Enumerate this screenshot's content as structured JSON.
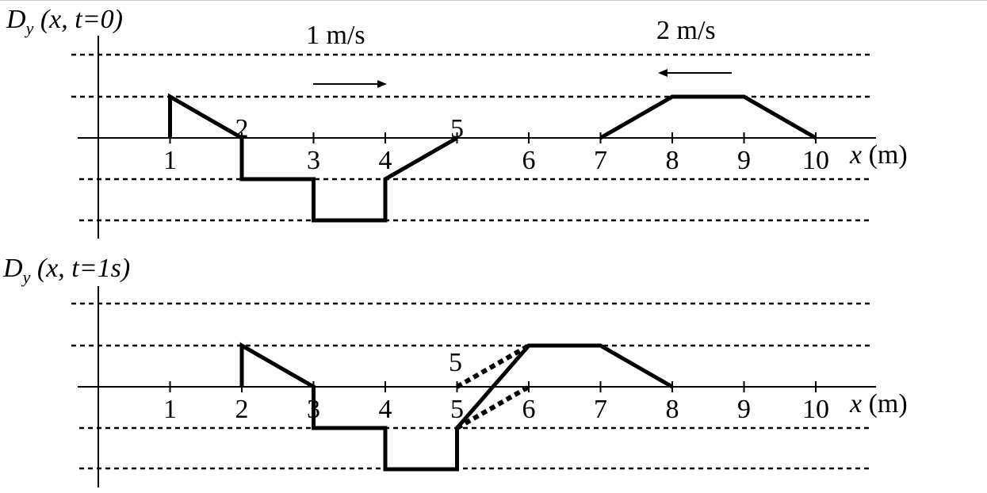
{
  "panels": [
    {
      "id": "t0",
      "title_main": "D",
      "title_sub": "y",
      "title_rest": " (x, t=0)",
      "tick_labels": [
        "1",
        "2",
        "3",
        "4",
        "5",
        "6",
        "7",
        "8",
        "9",
        "10"
      ],
      "x_label": "x",
      "x_unit": " (m)",
      "speeds": [
        {
          "label": "1 m/s",
          "direction": "right"
        },
        {
          "label": "2 m/s",
          "direction": "left"
        }
      ],
      "pulses": [
        {
          "name": "left-pulse",
          "points": [
            [
              1,
              0
            ],
            [
              1,
              1
            ],
            [
              2,
              0
            ],
            [
              2,
              -1
            ],
            [
              3,
              -1
            ],
            [
              3,
              -2
            ],
            [
              4,
              -2
            ],
            [
              4,
              -1
            ],
            [
              5,
              0
            ]
          ]
        },
        {
          "name": "right-pulse",
          "points": [
            [
              7,
              0
            ],
            [
              8,
              1
            ],
            [
              9,
              1
            ],
            [
              10,
              0
            ]
          ]
        }
      ]
    },
    {
      "id": "t1",
      "title_main": "D",
      "title_sub": "y",
      "title_rest": " (x, t=1s)",
      "tick_labels": [
        "1",
        "2",
        "3",
        "4",
        "5",
        "6",
        "7",
        "8",
        "9",
        "10"
      ],
      "x_label": "x",
      "x_unit": " (m)",
      "extra_label": "5",
      "pulses": [
        {
          "name": "combined-pulse",
          "points": [
            [
              2,
              0
            ],
            [
              2,
              1
            ],
            [
              3,
              0
            ],
            [
              3,
              -1
            ],
            [
              4,
              -1
            ],
            [
              4,
              -2
            ],
            [
              5,
              -2
            ],
            [
              5,
              -1
            ],
            [
              6,
              1
            ],
            [
              7,
              1
            ],
            [
              8,
              0
            ]
          ]
        }
      ],
      "dotted_segments": [
        {
          "name": "left-pulse-ghost",
          "points": [
            [
              5,
              0
            ],
            [
              6,
              1
            ]
          ]
        },
        {
          "name": "right-pulse-ghost",
          "points": [
            [
              5,
              -1
            ],
            [
              6,
              0
            ]
          ]
        }
      ]
    }
  ]
}
